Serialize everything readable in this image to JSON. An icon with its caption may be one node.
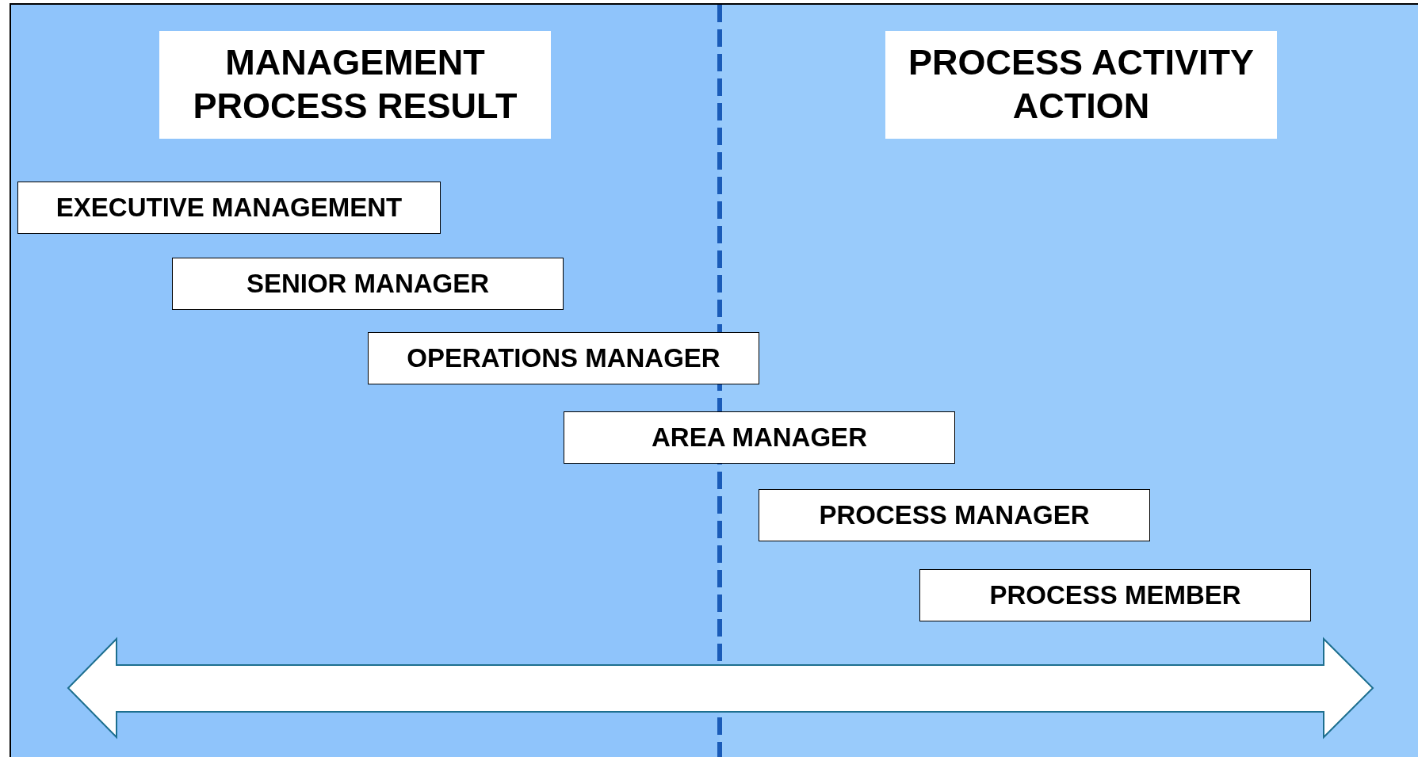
{
  "diagram": {
    "nodes": [
      {
        "text": [
          "MANAGEMENT PROCESS RESULT"
        ]
      },
      {
        "text": [
          "PROCESS ACTIVITY ACTION"
        ]
      },
      {
        "text": [
          "EXECUTIVE MANAGEMENT"
        ]
      },
      {
        "text": [
          "SENIOR MANAGER"
        ]
      },
      {
        "text": [
          "OPERATIONS MANAGER"
        ]
      },
      {
        "text": [
          "AREA MANAGER"
        ]
      },
      {
        "text": [
          "PROCESS MANAGER"
        ]
      },
      {
        "text": [
          "PROCESS MEMBER"
        ]
      }
    ]
  }
}
